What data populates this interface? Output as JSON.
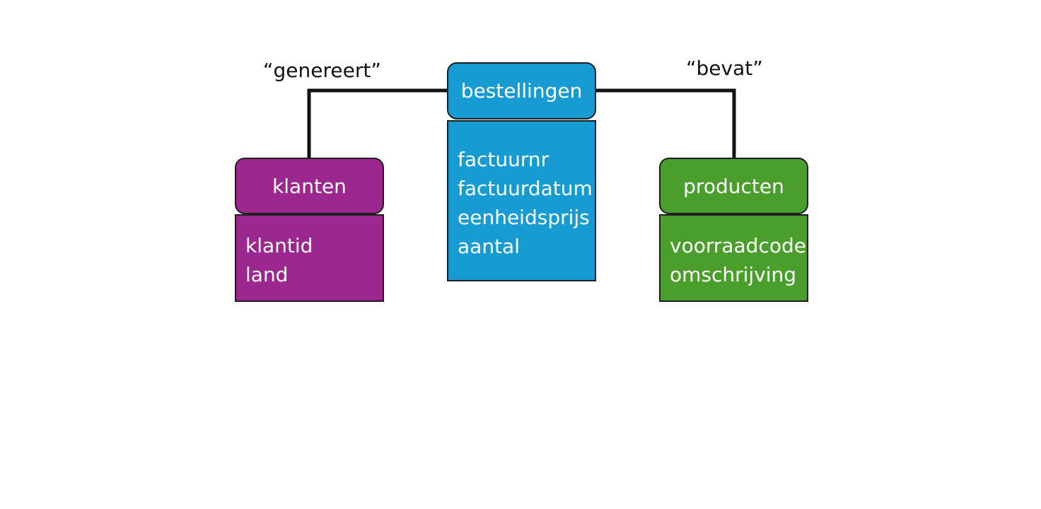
{
  "relationships": {
    "left_label": "“genereert”",
    "right_label": "“bevat”"
  },
  "entities": {
    "klanten": {
      "name": "klanten",
      "color": "#9b278f",
      "attributes": [
        "klantid",
        "land"
      ]
    },
    "bestellingen": {
      "name": "bestellingen",
      "color": "#179bd3",
      "attributes": [
        "factuurnr",
        "factuurdatum",
        "eenheidsprijs",
        "aantal"
      ]
    },
    "producten": {
      "name": "producten",
      "color": "#4a9e2c",
      "attributes": [
        "voorraadcode",
        "omschrijving"
      ]
    }
  }
}
